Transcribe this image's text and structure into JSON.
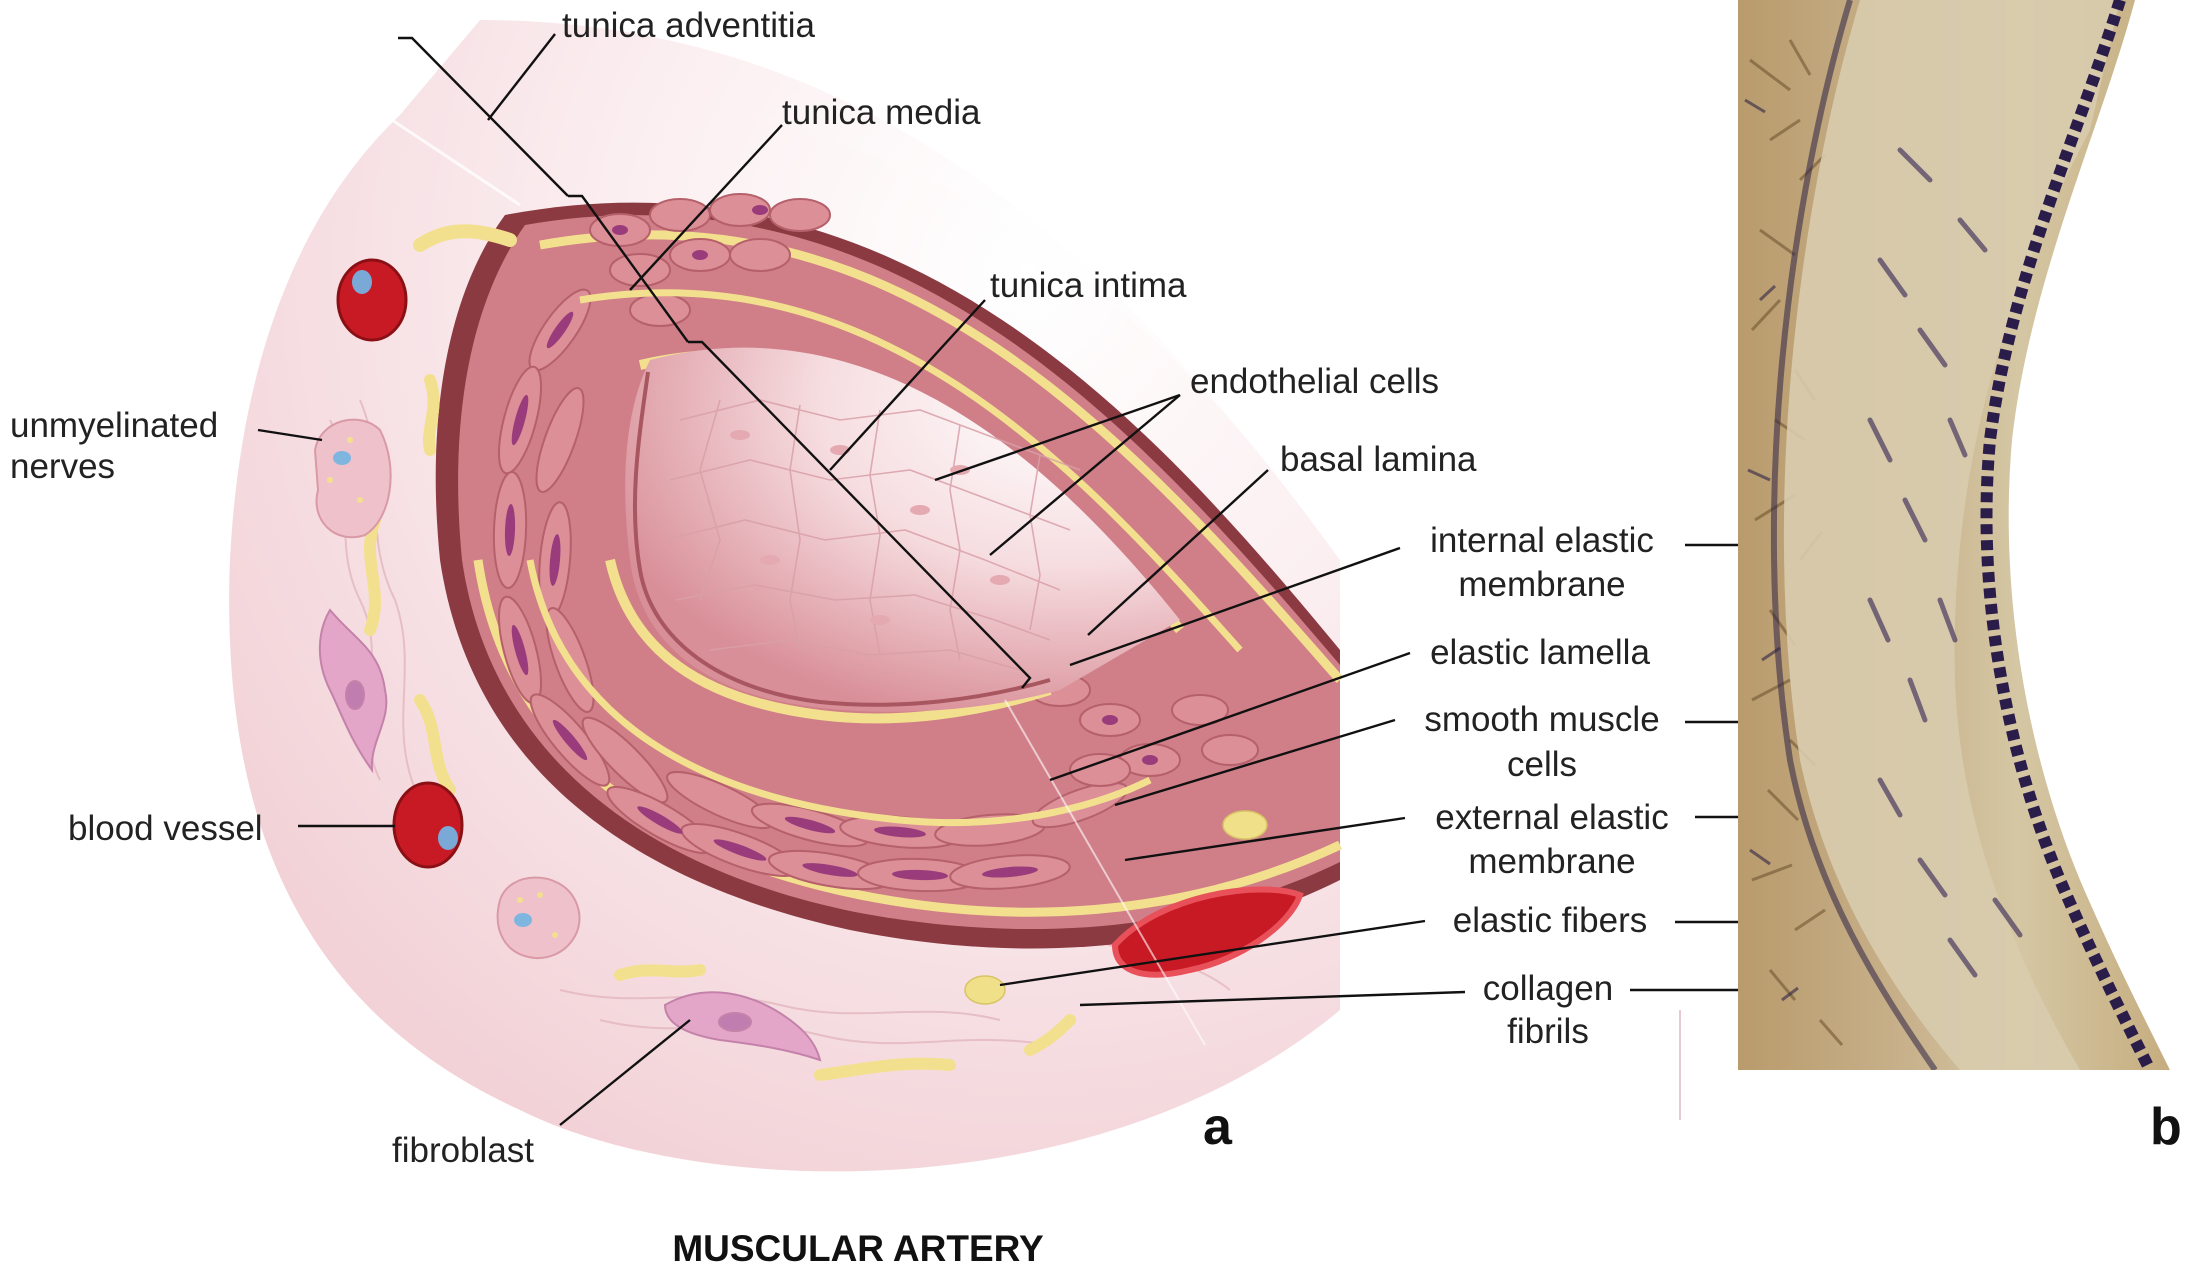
{
  "labels": {
    "tunica_adventitia": "tunica adventitia",
    "tunica_media": "tunica  media",
    "tunica_intima": "tunica  intima",
    "endothelial_cells": "endothelial cells",
    "basal_lamina": "basal lamina",
    "internal_elastic_1": "internal elastic",
    "internal_elastic_2": "membrane",
    "elastic_lamella": "elastic lamella",
    "smooth_muscle_1": "smooth muscle",
    "smooth_muscle_2": "cells",
    "external_elastic_1": "external elastic",
    "external_elastic_2": "membrane",
    "elastic_fibers": "elastic fibers",
    "collagen_1": "collagen",
    "collagen_2": "fibrils",
    "unmyelinated_1": "unmyelinated",
    "unmyelinated_2": "nerves",
    "blood_vessel": "blood vessel",
    "fibroblast": "fibroblast"
  },
  "panels": {
    "a": "a",
    "b": "b"
  },
  "title": "MUSCULAR ARTERY",
  "colors": {
    "adventitia": "#f6dfe2",
    "media_muscle": "#d98a92",
    "muscle_nucleus": "#9a3c7c",
    "elastic": "#f3e08f",
    "intima": "#f4cfd3",
    "lumen": "#ecc2c7",
    "blood_vessel": "#c81a24",
    "histology_bg": "#c9b590",
    "histology_stain": "#3a2a5a"
  }
}
